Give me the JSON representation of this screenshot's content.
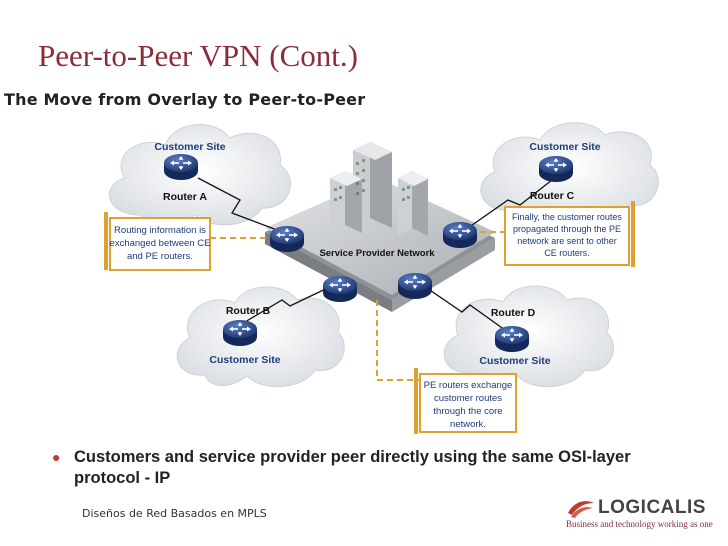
{
  "slide": {
    "title": "Peer-to-Peer VPN (Cont.)",
    "subtitle": "The Move from Overlay to Peer-to-Peer"
  },
  "diagram": {
    "core_label": "Service Provider Network",
    "sites": [
      {
        "site_label": "Customer Site",
        "router_label": "Router A"
      },
      {
        "site_label": "Customer Site",
        "router_label": "Router C"
      },
      {
        "site_label": "Customer Site",
        "router_label": "Router B"
      },
      {
        "site_label": "Customer Site",
        "router_label": "Router D"
      }
    ],
    "callouts": {
      "left": [
        "Routing information is",
        "exchanged between CE",
        "and PE routers."
      ],
      "right": [
        "Finally, the customer routes",
        "propagated through the PE",
        "network are sent to other",
        "CE routers."
      ],
      "bottom": [
        "PE routers exchange",
        "customer routes",
        "through the core",
        "network."
      ]
    },
    "colors": {
      "router": "#2d4a8a",
      "cloud": "#dfe2e6",
      "platform": "#b9bcc0",
      "callout_border": "#e0a030",
      "label_blue": "#1f3d7a"
    }
  },
  "bullets": [
    "Customers and service provider peer directly using the same OSI-layer protocol - IP"
  ],
  "footer": {
    "text": "Diseños de Red Basados en MPLS",
    "logo_brand": "LOGICALIS",
    "logo_tagline": "Business and technology working as one"
  }
}
